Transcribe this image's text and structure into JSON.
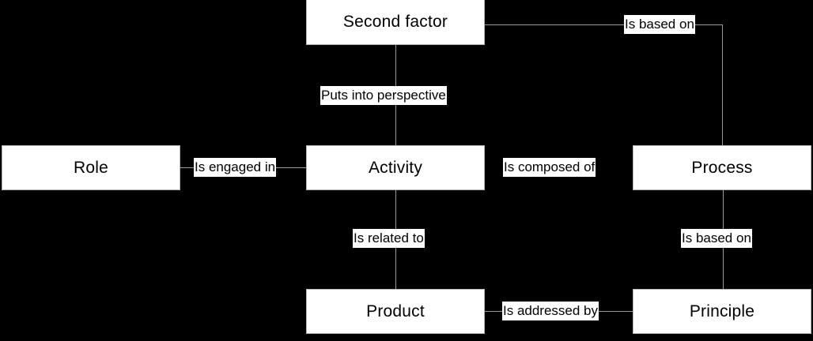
{
  "diagram": {
    "type": "entity-relationship-diagram",
    "background_color": "#000000",
    "node_fill_color": "#ffffff",
    "node_text_color": "#000000",
    "line_color": "#9a9a9a",
    "nodes": [
      {
        "id": "second_factor",
        "label": "Second factor"
      },
      {
        "id": "role",
        "label": "Role"
      },
      {
        "id": "activity",
        "label": "Activity"
      },
      {
        "id": "process",
        "label": "Process"
      },
      {
        "id": "product",
        "label": "Product"
      },
      {
        "id": "principle",
        "label": "Principle"
      }
    ],
    "edges": [
      {
        "id": "e1",
        "from": "second_factor",
        "to": "process",
        "label": "Is based on"
      },
      {
        "id": "e2",
        "from": "second_factor",
        "to": "activity",
        "label": "Puts into perspective"
      },
      {
        "id": "e3",
        "from": "role",
        "to": "activity",
        "label": "Is engaged in"
      },
      {
        "id": "e4",
        "from": "activity",
        "to": "process",
        "label": "Is composed of"
      },
      {
        "id": "e5",
        "from": "activity",
        "to": "product",
        "label": "Is related to"
      },
      {
        "id": "e6",
        "from": "process",
        "to": "principle",
        "label": "Is based on"
      },
      {
        "id": "e7",
        "from": "product",
        "to": "principle",
        "label": "Is addressed by"
      }
    ]
  }
}
